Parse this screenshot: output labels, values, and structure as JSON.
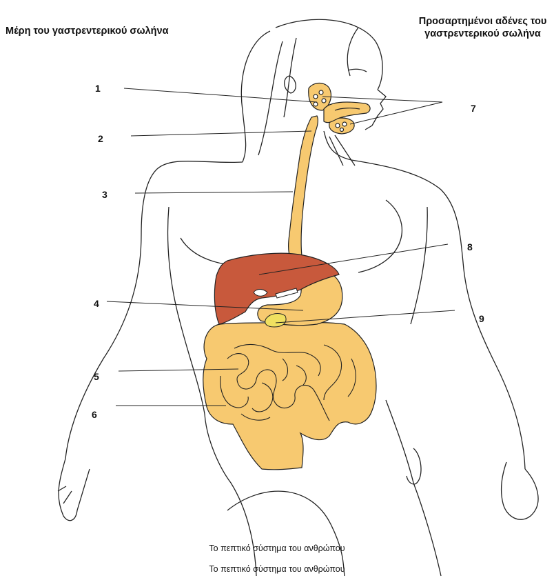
{
  "titles": {
    "left": "Μέρη του γαστρεντερικού σωλήνα",
    "right": "Προσαρτημένοι αδένες του γαστρεντερικού σωλήνα"
  },
  "labels": [
    "1",
    "2",
    "3",
    "4",
    "5",
    "6",
    "7",
    "8",
    "9"
  ],
  "captions": [
    "Το πεπτικό σύστημα του ανθρώπου",
    "Το πεπτικό σύστημα του ανθρώπου"
  ],
  "colors": {
    "gut": "#f7c970",
    "liver": "#c8593c",
    "gallbladder": "#f0e060",
    "outline": "#222222"
  }
}
